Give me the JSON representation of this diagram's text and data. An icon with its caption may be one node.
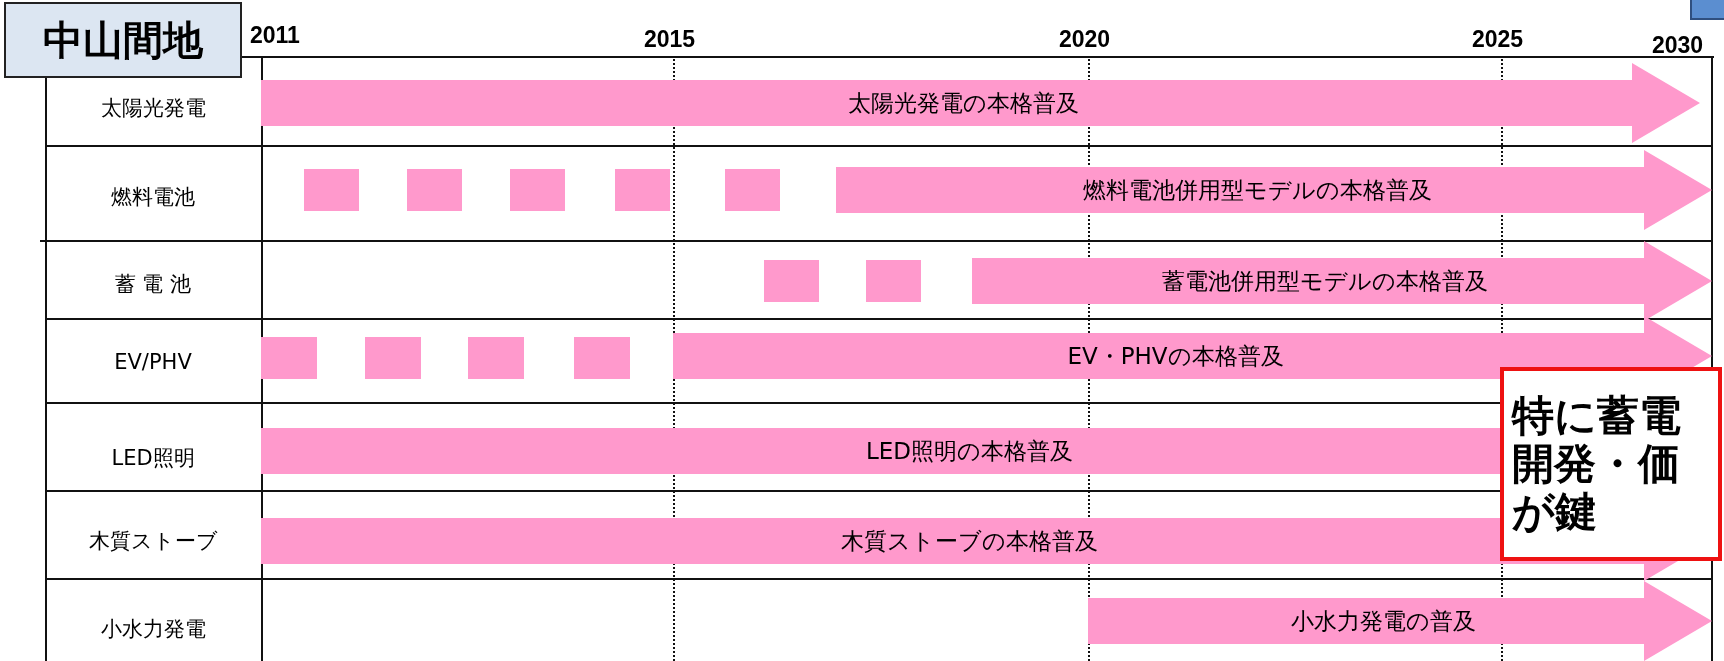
{
  "diagram": {
    "nodes": [
      {
        "text": [
          "中山間地"
        ]
      },
      {
        "text": [
          "太陽光発電の本格普及"
        ]
      },
      {
        "text": [],
        "shape": "box"
      },
      {
        "text": [],
        "shape": "box"
      },
      {
        "text": [],
        "shape": "box"
      },
      {
        "text": [],
        "shape": "box"
      },
      {
        "text": [],
        "shape": "box"
      },
      {
        "text": [
          "燃料電池併用型モデルの本格普及"
        ]
      },
      {
        "text": [],
        "shape": "box"
      },
      {
        "text": [],
        "shape": "box"
      },
      {
        "text": [
          "蓄電池併用型モデルの本格普及"
        ]
      },
      {
        "text": [],
        "shape": "box"
      },
      {
        "text": [],
        "shape": "box"
      },
      {
        "text": [],
        "shape": "box"
      },
      {
        "text": [],
        "shape": "box"
      },
      {
        "text": [
          "EV・PHVの本格普及"
        ]
      },
      {
        "text": [
          "LED照明の本格普及"
        ]
      },
      {
        "text": [
          "木質ストーブの本格普及"
        ]
      },
      {
        "text": [
          "小水力発電の普及"
        ]
      },
      {
        "text": [
          "特に蓄電開発・価が鍵"
        ]
      }
    ],
    "labels": [
      "2011",
      "2015",
      "2020",
      "2025",
      "2030",
      "太陽光発電",
      "燃料電池",
      "蓄 電 池",
      "EV/PHV",
      "LED照明",
      "木質ストーブ",
      "小水力発電"
    ]
  }
}
